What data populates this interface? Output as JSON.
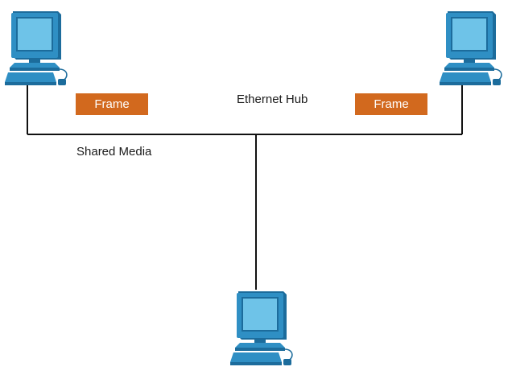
{
  "labels": {
    "hub": "Ethernet Hub",
    "shared_media": "Shared Media"
  },
  "frames": [
    "Frame",
    "Frame"
  ],
  "colors": {
    "frame_fill": "#d2691e",
    "frame_text": "#ffffff",
    "line": "#111111",
    "pc_blue": "#2f8fc4",
    "pc_dark": "#1c6c9c",
    "pc_screen": "#6ec3e8"
  },
  "nodes": [
    {
      "name": "pc-top-left",
      "icon": "desktop-computer-icon"
    },
    {
      "name": "pc-top-right",
      "icon": "desktop-computer-icon"
    },
    {
      "name": "pc-bottom",
      "icon": "desktop-computer-icon"
    }
  ]
}
